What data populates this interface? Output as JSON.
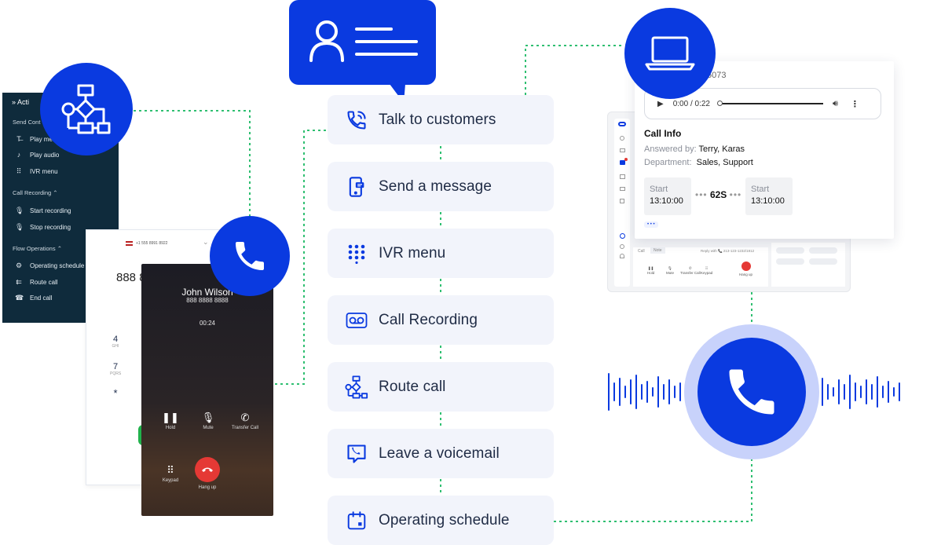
{
  "flow_panel": {
    "header": "Acti",
    "sections": [
      {
        "title": "Send Cont",
        "items": [
          {
            "label": "Play me",
            "icon": "text-to-speech-icon"
          },
          {
            "label": "Play audio",
            "icon": "music-note-icon"
          },
          {
            "label": "IVR menu",
            "icon": "keypad-icon"
          }
        ]
      },
      {
        "title": "Call Recording",
        "items": [
          {
            "label": "Start recording",
            "icon": "microphone-icon"
          },
          {
            "label": "Stop recording",
            "icon": "microphone-off-icon"
          }
        ]
      },
      {
        "title": "Flow Operations",
        "items": [
          {
            "label": "Operating schedule condition",
            "icon": "gear-icon"
          },
          {
            "label": "Route call",
            "icon": "route-icon"
          },
          {
            "label": "End call",
            "icon": "end-call-icon"
          }
        ]
      }
    ]
  },
  "dialer_page": {
    "from_number": "+1 555 8991 8922",
    "partial_number": "888 8",
    "keys": [
      {
        "digit": "4",
        "letters": "GHI"
      },
      {
        "digit": "7",
        "letters": "PQRS"
      },
      {
        "digit": "*",
        "letters": ""
      }
    ]
  },
  "phone_call": {
    "caller_name": "John Wilson",
    "caller_number": "888 8888 8888",
    "duration": "00:24",
    "buttons": {
      "hold": "Hold",
      "mute": "Mute",
      "transfer": "Transfer Call",
      "keypad": "Keypad",
      "hangup": "Hang up"
    }
  },
  "features": [
    {
      "label": "Talk to customers",
      "icon": "phone-talk-icon"
    },
    {
      "label": "Send a message",
      "icon": "mobile-message-icon"
    },
    {
      "label": "IVR menu",
      "icon": "keypad-icon"
    },
    {
      "label": "Call Recording",
      "icon": "voicemail-recording-icon"
    },
    {
      "label": "Route call",
      "icon": "flowchart-icon"
    },
    {
      "label": "Leave a voicemail",
      "icon": "voicemail-bubble-icon"
    },
    {
      "label": "Operating schedule",
      "icon": "calendar-icon"
    }
  ],
  "call_info": {
    "number_partial": "5073",
    "audio_time": "0:00 / 0:22",
    "title": "Call Info",
    "answered_by_label": "Answered by:",
    "answered_by_value": "Terry, Karas",
    "department_label": "Department:",
    "department_value": "Sales, Support",
    "start_label": "Start",
    "start_time_1": "13:10:00",
    "duration": "62S",
    "start_time_2": "13:10:00",
    "more": "• • •"
  },
  "app_bar": {
    "tab_call": "Call",
    "tab_note": "Note",
    "reply_with": "Reply with 📞 213-123-1232/1912",
    "buttons": {
      "hold": "Hold",
      "mute": "Mute",
      "transfer": "Transfer Call",
      "keypad": "Keypad",
      "hangup": "Hang up"
    }
  },
  "colors": {
    "brand_blue": "#0a3ae0",
    "connector_green": "#2fbf71",
    "panel_dark": "#0f2b3c",
    "hangup_red": "#e53935"
  }
}
